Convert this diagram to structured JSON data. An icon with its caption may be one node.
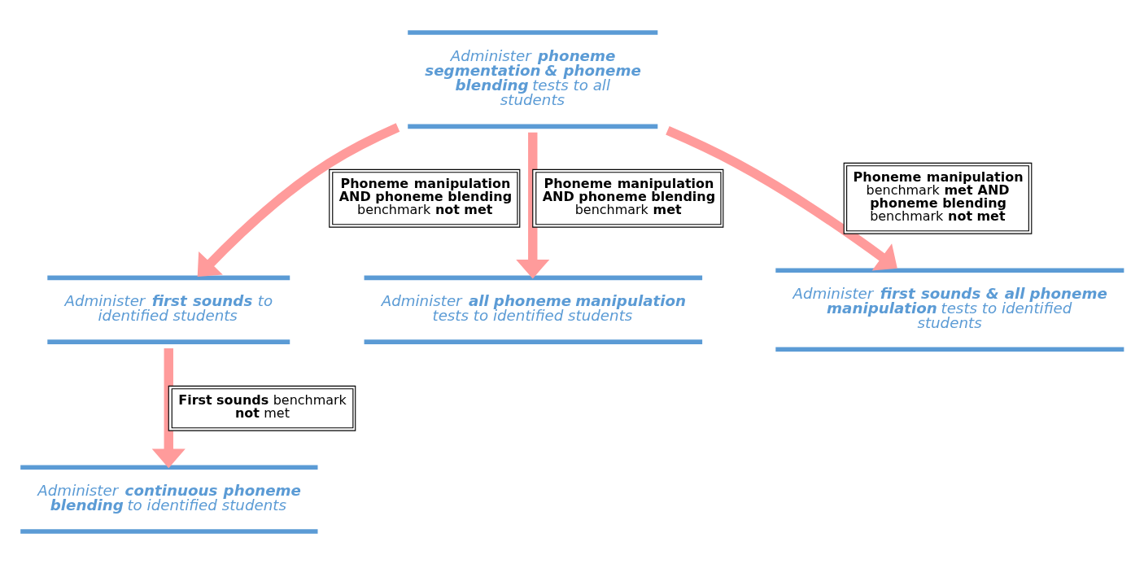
{
  "diagram": {
    "nodes": [
      {
        "text": [
          "Administer **phoneme segmentation & phoneme blending** tests to all students"
        ]
      },
      {
        "text": [
          "Administer **first sounds** to identified students"
        ]
      },
      {
        "text": [
          "Administer **all phoneme manipulation** tests to identified students"
        ]
      },
      {
        "text": [
          "Administer **continuous phoneme blending** to identified students"
        ]
      },
      {
        "text": [
          "Administer **first sounds & all phoneme manipulation** tests to identified students"
        ]
      }
    ],
    "edges": [
      {
        "from": 0,
        "to": 1,
        "arrow": "to",
        "label": "**Phoneme manipulation AND phoneme blending** benchmark **not met**"
      },
      {
        "from": 0,
        "to": 4,
        "arrow": "to",
        "label": "**Phoneme manipulation** benchmark **met AND phoneme blending** benchmark **not met**"
      },
      {
        "from": 0,
        "to": 2,
        "arrow": "to",
        "label": "**Phoneme manipulation AND phoneme blending** benchmark **met**"
      },
      {
        "from": 1,
        "to": 3,
        "arrow": "to",
        "label": "**First sounds** benchmark **not** met"
      }
    ]
  }
}
